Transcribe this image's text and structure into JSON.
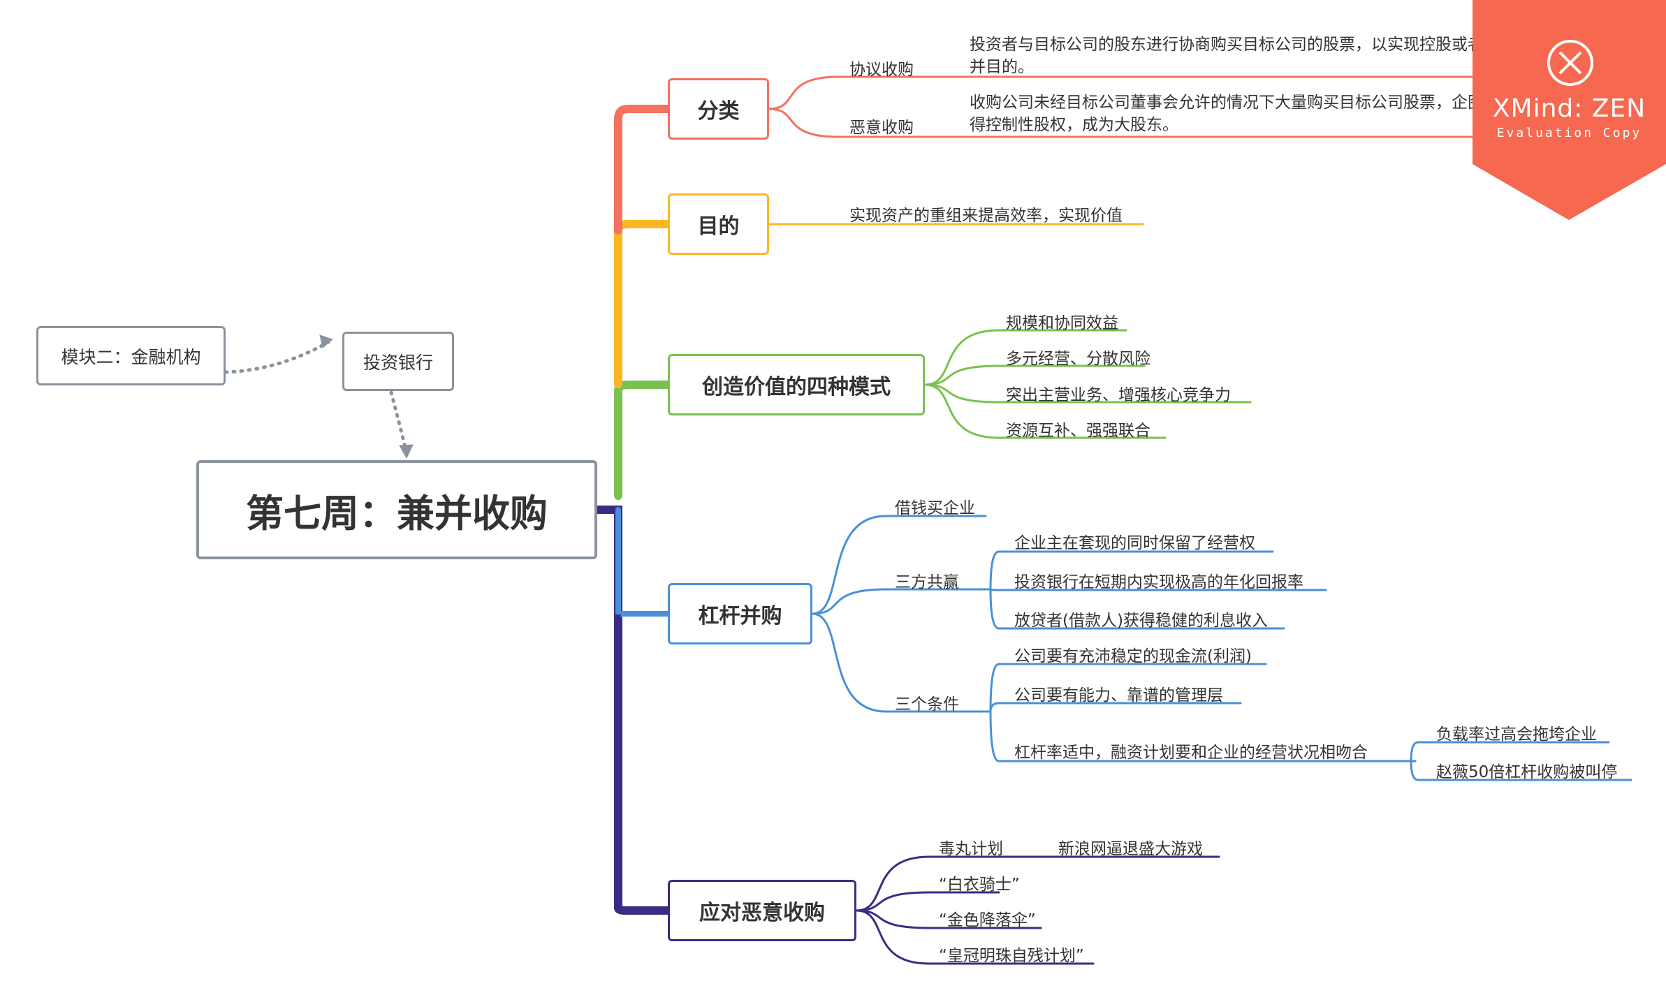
{
  "root": "第七周：兼并收购",
  "context": {
    "module": "模块二：金融机构",
    "parent": "投资银行"
  },
  "branches": {
    "classify": {
      "label": "分类",
      "color": "#f3725f",
      "items": [
        {
          "label": "协议收购",
          "desc": "投资者与目标公司的股东进行协商购买目标公司的股票，以实现控股或者兼并目的。"
        },
        {
          "label": "恶意收购",
          "desc": "收购公司未经目标公司董事会允许的情况下大量购买目标公司股票，企图取得控制性股权，成为大股东。"
        }
      ]
    },
    "purpose": {
      "label": "目的",
      "color": "#fbb723",
      "items": [
        "实现资产的重组来提高效率，实现价值"
      ]
    },
    "value": {
      "label": "创造价值的四种模式",
      "color": "#7ac14f",
      "items": [
        "规模和协同效益",
        "多元经营、分散风险",
        "突出主营业务、增强核心竞争力",
        "资源互补、强强联合"
      ]
    },
    "lbo": {
      "label": "杠杆并购",
      "color": "#4a90d6",
      "borrow": "借钱买企业",
      "win": {
        "label": "三方共赢",
        "items": [
          "企业主在套现的同时保留了经营权",
          "投资银行在短期内实现极高的年化回报率",
          "放贷者(借款人)获得稳健的利息收入"
        ]
      },
      "cond": {
        "label": "三个条件",
        "items": [
          "公司要有充沛稳定的现金流(利润)",
          "公司要有能力、靠谱的管理层",
          "杠杆率适中，融资计划要和企业的经营状况相吻合"
        ],
        "sub": [
          "负载率过高会拖垮企业",
          "赵薇50倍杠杆收购被叫停"
        ]
      }
    },
    "defense": {
      "label": "应对恶意收购",
      "color": "#3c2b85",
      "pill": "毒丸计划",
      "pill_sub": "新浪网逼退盛大游戏",
      "items": [
        "“白衣骑士”",
        "“金色降落伞”",
        "“皇冠明珠自残计划”"
      ]
    }
  },
  "watermark": {
    "brand": "XMind: ZEN",
    "note": "Evaluation Copy",
    "color": "#f76850"
  }
}
